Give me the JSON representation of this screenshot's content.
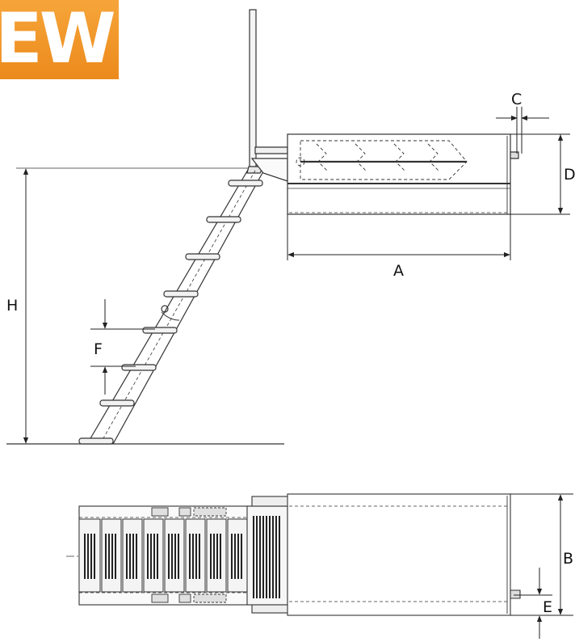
{
  "logo": {
    "text": "EW",
    "brand_color": "#ec8a1c"
  },
  "dimensions": {
    "A": "A",
    "B": "B",
    "C": "C",
    "D": "D",
    "E": "E",
    "F": "F",
    "H": "H"
  },
  "colors": {
    "line": "#333333",
    "hatch": "#666666"
  }
}
